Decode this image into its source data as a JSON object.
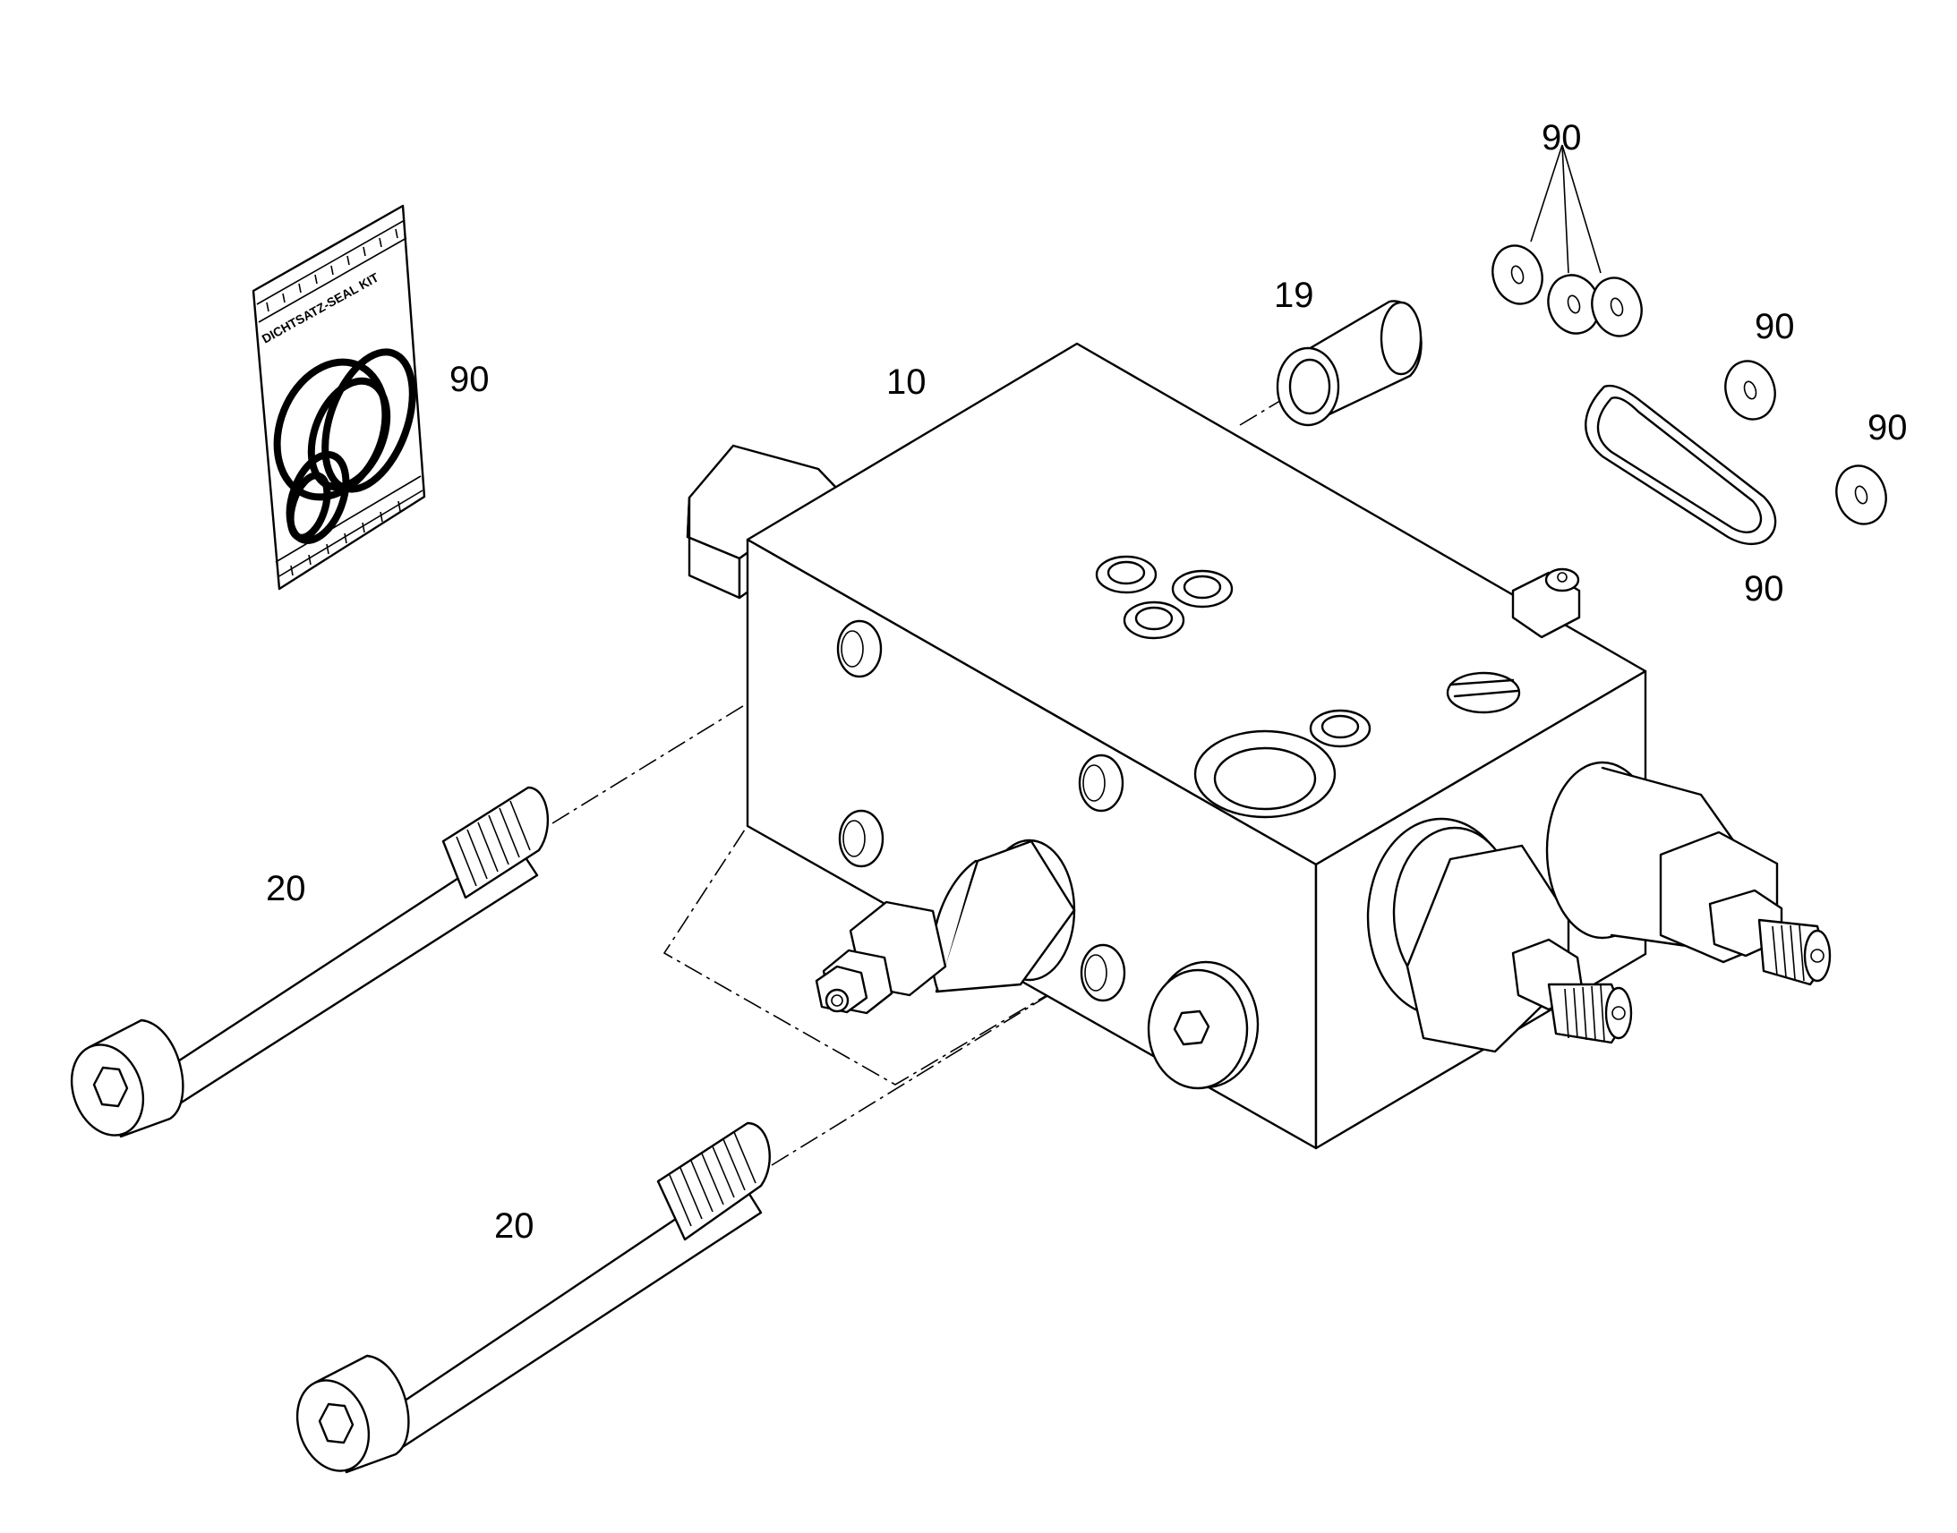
{
  "diagram": {
    "callouts": {
      "kit_label": "90",
      "washers_group_label": "90",
      "washer_right_upper_label": "90",
      "washer_right_label": "90",
      "gasket_label": "90",
      "sleeve_label": "19",
      "block_label": "10",
      "bolt_upper_label": "20",
      "bolt_lower_label": "20"
    },
    "seal_kit": {
      "bag_text": "DICHTSATZ-SEAL KIT"
    }
  }
}
